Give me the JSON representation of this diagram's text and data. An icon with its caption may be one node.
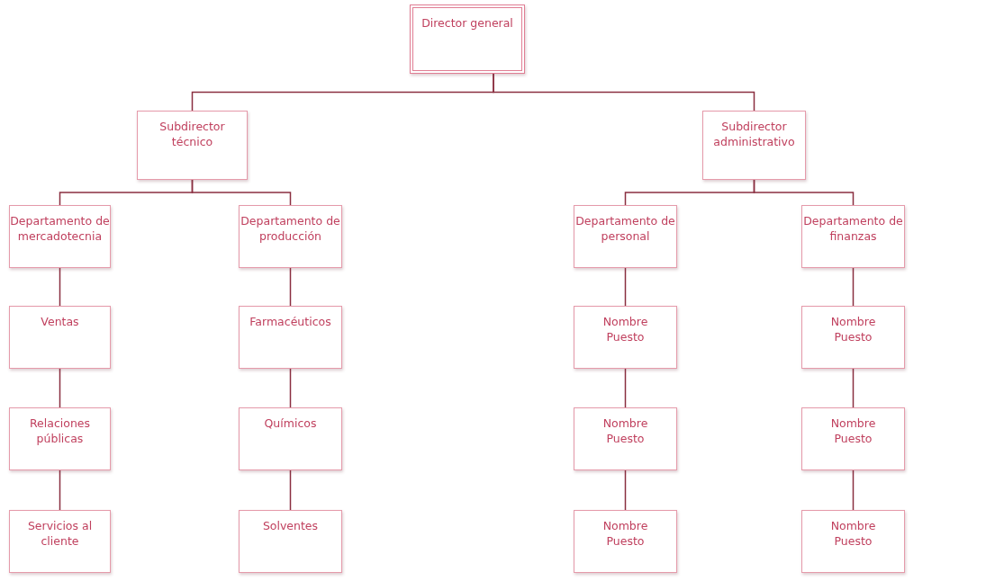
{
  "diagram": {
    "nodes": [
      {
        "text": [
          "Director general"
        ]
      },
      {
        "text": [
          "Subdirector técnico"
        ]
      },
      {
        "text": [
          "Subdirector administrativo"
        ]
      },
      {
        "text": [
          "Departamento de mercadotecnia"
        ]
      },
      {
        "text": [
          "Departamento de producción"
        ]
      },
      {
        "text": [
          "Departamento de personal"
        ]
      },
      {
        "text": [
          "Departamento de finanzas"
        ]
      },
      {
        "text": [
          "Ventas"
        ]
      },
      {
        "text": [
          "Farmacéuticos"
        ]
      },
      {
        "text": [
          "Nombre Puesto"
        ]
      },
      {
        "text": [
          "Nombre Puesto"
        ]
      },
      {
        "text": [
          "Relaciones públicas"
        ]
      },
      {
        "text": [
          "Químicos"
        ]
      },
      {
        "text": [
          "Nombre Puesto"
        ]
      },
      {
        "text": [
          "Nombre Puesto"
        ]
      },
      {
        "text": [
          "Servicios al cliente"
        ]
      },
      {
        "text": [
          "Solventes"
        ]
      },
      {
        "text": [
          "Nombre Puesto"
        ]
      },
      {
        "text": [
          "Nombre Puesto"
        ]
      }
    ],
    "edges": [
      {
        "from": 0,
        "to": 1,
        "arrow": "none"
      },
      {
        "from": 0,
        "to": 2,
        "arrow": "none"
      },
      {
        "from": 1,
        "to": 3,
        "arrow": "none"
      },
      {
        "from": 1,
        "to": 4,
        "arrow": "none"
      },
      {
        "from": 2,
        "to": 5,
        "arrow": "none"
      },
      {
        "from": 2,
        "to": 6,
        "arrow": "none"
      },
      {
        "from": 3,
        "to": 7,
        "arrow": "none"
      },
      {
        "from": 7,
        "to": 11,
        "arrow": "none"
      },
      {
        "from": 11,
        "to": 15,
        "arrow": "none"
      },
      {
        "from": 4,
        "to": 8,
        "arrow": "none"
      },
      {
        "from": 8,
        "to": 12,
        "arrow": "none"
      },
      {
        "from": 12,
        "to": 16,
        "arrow": "none"
      },
      {
        "from": 5,
        "to": 9,
        "arrow": "none"
      },
      {
        "from": 9,
        "to": 13,
        "arrow": "none"
      },
      {
        "from": 13,
        "to": 17,
        "arrow": "none"
      },
      {
        "from": 6,
        "to": 10,
        "arrow": "none"
      },
      {
        "from": 10,
        "to": 14,
        "arrow": "none"
      },
      {
        "from": 14,
        "to": 18,
        "arrow": "none"
      }
    ]
  }
}
